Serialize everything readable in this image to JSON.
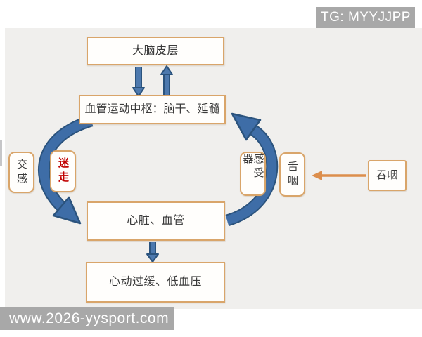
{
  "watermarks": {
    "top_right": "TG: MYYJJPP",
    "bottom_left": "www.2026-yysport.com"
  },
  "nodes": {
    "cortex": "大脑皮层",
    "vasomotor": "血管运动中枢：脑干、延髓",
    "sympathetic": "交感",
    "vagus": "迷走",
    "receptor": "感受器",
    "glossopharyngeal": "舌咽",
    "swallow": "吞咽",
    "heart_vessels": "心脏、血管",
    "outcome": "心动过缓、低血压"
  },
  "colors": {
    "panel_bg": "#f0efed",
    "box_fill": "#fffefc",
    "box_border": "#d9a56a",
    "arrow_blue": "#3e6da7",
    "arrow_blue_dark": "#2b537d",
    "arrow_small_fill": "#4d79ae",
    "arrow_orange": "#dc8e4c",
    "vagus_text": "#c00000",
    "banner_bg": "#a8a8a8",
    "banner_text": "#ffffff",
    "node_text": "#3b3b3b"
  }
}
